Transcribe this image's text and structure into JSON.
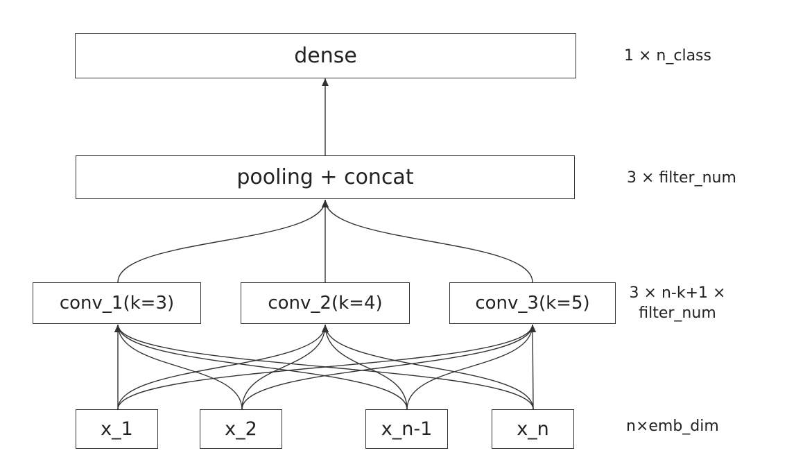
{
  "diagram": {
    "nodes": {
      "dense": "dense",
      "pooling_concat": "pooling + concat",
      "conv_1": "conv_1(k=3)",
      "conv_2": "conv_2(k=4)",
      "conv_3": "conv_3(k=5)",
      "x_1": "x_1",
      "x_2": "x_2",
      "x_n_minus_1": "x_n-1",
      "x_n": "x_n"
    },
    "dimensions": {
      "dense": "1 × n_class",
      "pooling": "3 × filter_num",
      "conv_line1": "3 × n-k+1 ×",
      "conv_line2": "filter_num",
      "input": "n×emb_dim"
    },
    "edges": [
      {
        "from": "pooling_concat",
        "to": "dense"
      },
      {
        "from": "conv_1",
        "to": "pooling_concat"
      },
      {
        "from": "conv_2",
        "to": "pooling_concat"
      },
      {
        "from": "conv_3",
        "to": "pooling_concat"
      },
      {
        "from": "x_1",
        "to": "conv_1"
      },
      {
        "from": "x_1",
        "to": "conv_2"
      },
      {
        "from": "x_1",
        "to": "conv_3"
      },
      {
        "from": "x_2",
        "to": "conv_1"
      },
      {
        "from": "x_2",
        "to": "conv_2"
      },
      {
        "from": "x_2",
        "to": "conv_3"
      },
      {
        "from": "x_n_minus_1",
        "to": "conv_1"
      },
      {
        "from": "x_n_minus_1",
        "to": "conv_2"
      },
      {
        "from": "x_n_minus_1",
        "to": "conv_3"
      },
      {
        "from": "x_n",
        "to": "conv_1"
      },
      {
        "from": "x_n",
        "to": "conv_2"
      },
      {
        "from": "x_n",
        "to": "conv_3"
      }
    ]
  },
  "colors": {
    "stroke": "#333333",
    "text": "#222222",
    "background": "#ffffff"
  }
}
